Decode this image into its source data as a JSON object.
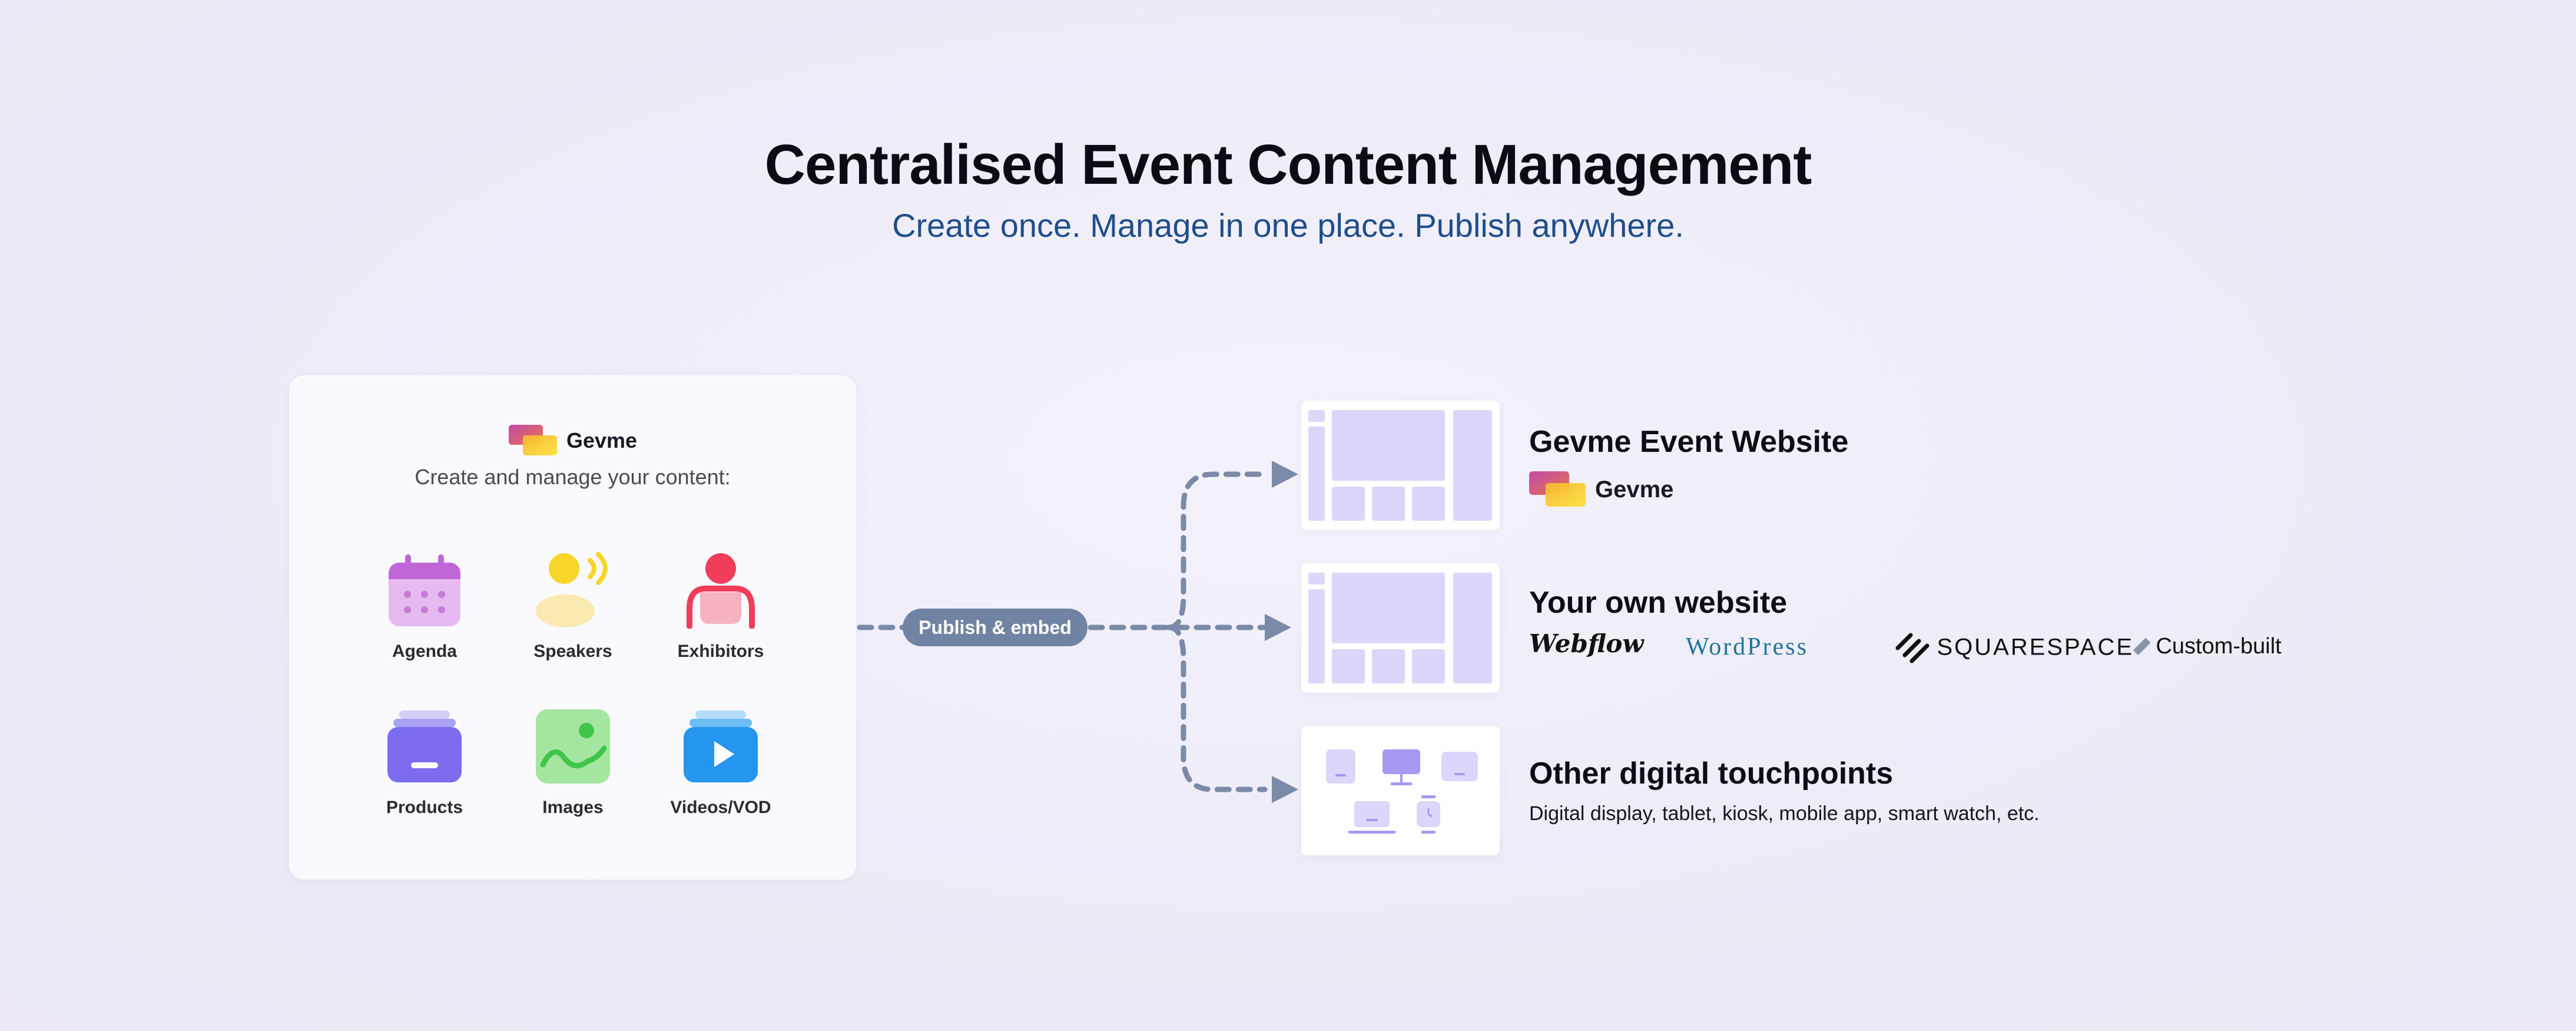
{
  "header": {
    "title": "Centralised Event Content Management",
    "subtitle": "Create once. Manage in one place. Publish anywhere."
  },
  "source_card": {
    "brand": "Gevme",
    "subtitle": "Create and manage your content:",
    "items": [
      {
        "label": "Agenda",
        "icon": "calendar-icon"
      },
      {
        "label": "Speakers",
        "icon": "speaker-icon"
      },
      {
        "label": "Exhibitors",
        "icon": "exhibitor-icon"
      },
      {
        "label": "Products",
        "icon": "product-box-icon"
      },
      {
        "label": "Images",
        "icon": "image-icon"
      },
      {
        "label": "Videos/VOD",
        "icon": "video-play-icon"
      }
    ]
  },
  "connector": {
    "label": "Publish & embed"
  },
  "destinations": [
    {
      "title": "Gevme Event Website",
      "brand": "Gevme"
    },
    {
      "title": "Your own website",
      "platforms": [
        "Webflow",
        "WordPress",
        "SQUARESPACE",
        "Custom-built"
      ]
    },
    {
      "title": "Other digital touchpoints",
      "description": "Digital display, tablet, kiosk, mobile app, smart watch, etc."
    }
  ],
  "colors": {
    "title": "#0b0b12",
    "subtitle": "#1f4e8a",
    "connector": "#7183a2",
    "panel_accent": "#dcd6fa"
  }
}
